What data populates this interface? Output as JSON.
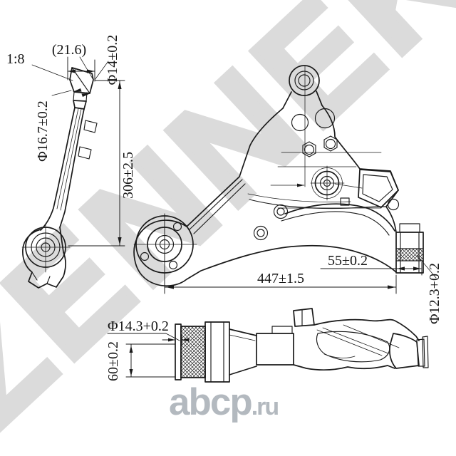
{
  "watermark": {
    "brand_text": "ZENNEK",
    "color": "#dbdbdb"
  },
  "logo": {
    "main": "abcp",
    "suffix": ".ru",
    "color": "#b3b9bf"
  },
  "colors": {
    "background": "#ffffff",
    "line": "#1a1a1a"
  },
  "drawing": {
    "part": "suspension control arm, three orthographic views",
    "side_view_labels": {
      "taper_ratio": "1:8",
      "head_width_ref": "(21.6)",
      "stud_diameter": "Φ14±0.2",
      "cone_diameter": "Φ16.7±0.2",
      "overall_height": "306±2.5"
    },
    "plan_view_labels": {
      "overall_length": "447±1.5",
      "end_section_width": "55±0.2",
      "end_bore_diameter": "Φ12.3+0.2"
    },
    "front_view_labels": {
      "bushing_diameter": "Φ14.3+0.2",
      "bushing_height": "60±0.2"
    }
  }
}
